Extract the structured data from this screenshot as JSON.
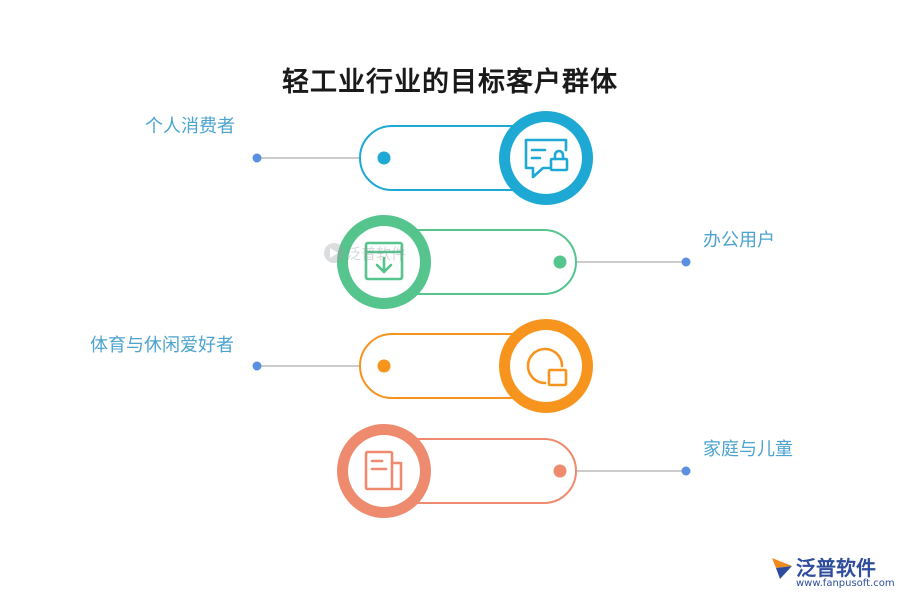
{
  "title": "轻工业行业的目标客户群体",
  "items": [
    {
      "label": "个人消费者",
      "color": "#1ea9d4",
      "side": "left",
      "icon": "chat-lock-icon"
    },
    {
      "label": "办公用户",
      "color": "#55c48d",
      "side": "right",
      "icon": "download-box-icon"
    },
    {
      "label": "体育与休闲爱好者",
      "color": "#f7941e",
      "side": "left",
      "icon": "pie-square-icon"
    },
    {
      "label": "家庭与儿童",
      "color": "#ee8a6e",
      "side": "right",
      "icon": "document-icon"
    }
  ],
  "watermark": {
    "text": "泛普软件"
  },
  "logo": {
    "name": "泛普软件",
    "url": "www.fanpusoft.com"
  }
}
